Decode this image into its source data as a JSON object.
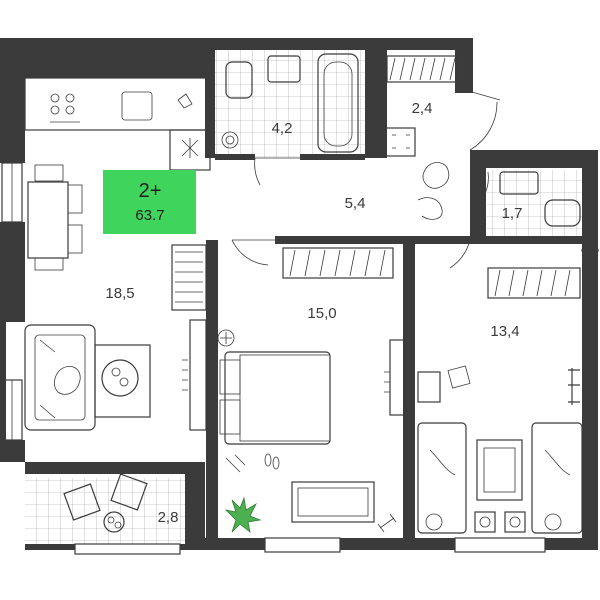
{
  "apartment": {
    "rooms_label": "2+",
    "total_area": "63.7",
    "badge_color": "#3fd45b"
  },
  "rooms": {
    "bathroom": "4,2",
    "storage": "2,4",
    "hall": "5,4",
    "wc": "1,7",
    "living_kitchen": "18,5",
    "bedroom": "15,0",
    "bedroom_2": "13,4",
    "balcony": "2,8"
  },
  "colors": {
    "wall": "#3b3b3b",
    "badge": "#3fd45b",
    "plant": "#4caf50"
  }
}
